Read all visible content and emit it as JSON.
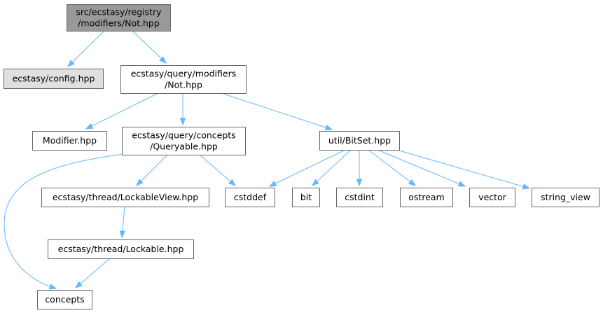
{
  "nodes": [
    {
      "id": "not_registry",
      "lines": [
        "src/ecstasy/registry",
        "/modifiers/Not.hpp"
      ],
      "fill": "#999999",
      "stroke": "#666666",
      "interactable": false
    },
    {
      "id": "config",
      "lines": [
        "ecstasy/config.hpp"
      ],
      "fill": "#e0e0e0",
      "stroke": "#999999",
      "interactable": false
    },
    {
      "id": "query_not",
      "lines": [
        "ecstasy/query/modifiers",
        "/Not.hpp"
      ],
      "fill": "#ffffff",
      "stroke": "#666666",
      "interactable": true
    },
    {
      "id": "modifier",
      "lines": [
        "Modifier.hpp"
      ],
      "fill": "#ffffff",
      "stroke": "#666666",
      "interactable": true
    },
    {
      "id": "queryable",
      "lines": [
        "ecstasy/query/concepts",
        "/Queryable.hpp"
      ],
      "fill": "#ffffff",
      "stroke": "#666666",
      "interactable": true
    },
    {
      "id": "bitset",
      "lines": [
        "util/BitSet.hpp"
      ],
      "fill": "#ffffff",
      "stroke": "#666666",
      "interactable": true
    },
    {
      "id": "lockableview",
      "lines": [
        "ecstasy/thread/LockableView.hpp"
      ],
      "fill": "#ffffff",
      "stroke": "#666666",
      "interactable": true
    },
    {
      "id": "cstddef",
      "lines": [
        "cstddef"
      ],
      "fill": "#ffffff",
      "stroke": "#666666",
      "interactable": false
    },
    {
      "id": "bit",
      "lines": [
        "bit"
      ],
      "fill": "#ffffff",
      "stroke": "#666666",
      "interactable": false
    },
    {
      "id": "cstdint",
      "lines": [
        "cstdint"
      ],
      "fill": "#ffffff",
      "stroke": "#666666",
      "interactable": false
    },
    {
      "id": "ostream",
      "lines": [
        "ostream"
      ],
      "fill": "#ffffff",
      "stroke": "#666666",
      "interactable": false
    },
    {
      "id": "vector",
      "lines": [
        "vector"
      ],
      "fill": "#ffffff",
      "stroke": "#666666",
      "interactable": false
    },
    {
      "id": "string_view",
      "lines": [
        "string_view"
      ],
      "fill": "#ffffff",
      "stroke": "#666666",
      "interactable": false
    },
    {
      "id": "lockable",
      "lines": [
        "ecstasy/thread/Lockable.hpp"
      ],
      "fill": "#ffffff",
      "stroke": "#666666",
      "interactable": true
    },
    {
      "id": "concepts",
      "lines": [
        "concepts"
      ],
      "fill": "#ffffff",
      "stroke": "#666666",
      "interactable": false
    }
  ],
  "edges": [
    {
      "from": "not_registry",
      "to": "config"
    },
    {
      "from": "not_registry",
      "to": "query_not"
    },
    {
      "from": "query_not",
      "to": "modifier"
    },
    {
      "from": "query_not",
      "to": "queryable"
    },
    {
      "from": "query_not",
      "to": "bitset"
    },
    {
      "from": "queryable",
      "to": "lockableview"
    },
    {
      "from": "queryable",
      "to": "cstddef"
    },
    {
      "from": "queryable",
      "to": "concepts"
    },
    {
      "from": "bitset",
      "to": "cstddef"
    },
    {
      "from": "bitset",
      "to": "bit"
    },
    {
      "from": "bitset",
      "to": "cstdint"
    },
    {
      "from": "bitset",
      "to": "ostream"
    },
    {
      "from": "bitset",
      "to": "vector"
    },
    {
      "from": "bitset",
      "to": "string_view"
    },
    {
      "from": "lockableview",
      "to": "lockable"
    },
    {
      "from": "lockable",
      "to": "concepts"
    }
  ],
  "colors": {
    "edge": "#63b8ff",
    "text": "#000000"
  }
}
